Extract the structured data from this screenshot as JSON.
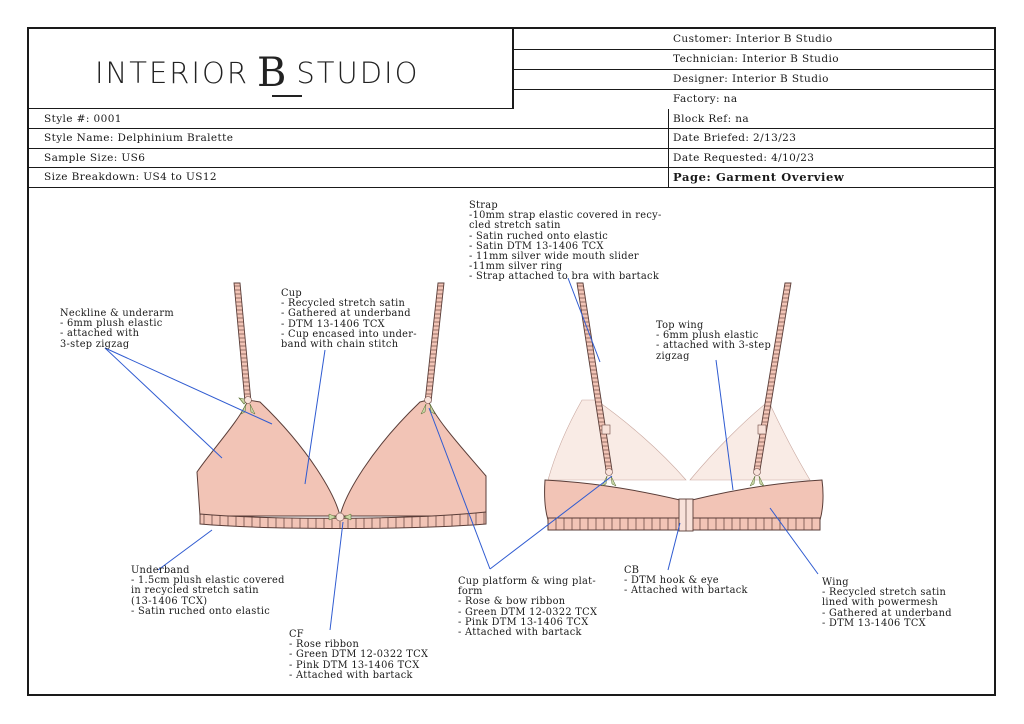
{
  "brand": {
    "left": "INTERIOR",
    "mark": "B",
    "right": "STUDIO"
  },
  "header": {
    "customer": "Customer: Interior B Studio",
    "technician": "Technician: Interior B Studio",
    "designer": "Designer: Interior B Studio",
    "factory": "Factory: na",
    "style_no": "Style #: 0001",
    "block_ref": "Block Ref: na",
    "style_name": "Style Name: Delphinium Bralette",
    "date_briefed": "Date Briefed: 2/13/23",
    "sample_size": "Sample Size: US6",
    "date_requested": "Date Requested: 4/10/23",
    "size_breakdown": "Size Breakdown: US4 to US12",
    "page": "Page: Garment Overview"
  },
  "notes": {
    "neckline": "Neckline & underarm\n- 6mm plush elastic\n- attached with\n3-step zigzag",
    "cup": "Cup\n- Recycled stretch satin\n- Gathered at underband\n- DTM 13-1406 TCX\n- Cup encased into under-\nband with chain stitch",
    "strap": "Strap\n-10mm strap elastic covered in recy-\ncled stretch satin\n- Satin ruched onto elastic\n- Satin DTM 13-1406 TCX\n- 11mm silver wide mouth slider\n-11mm silver ring\n- Strap attached to bra with bartack",
    "top_wing": "Top wing\n- 6mm plush elastic\n- attached with 3-step\nzigzag",
    "underband": "Underband\n- 1.5cm plush elastic covered\nin recycled stretch satin\n(13-1406 TCX)\n- Satin ruched onto elastic",
    "cf": "CF\n- Rose ribbon\n- Green DTM 12-0322 TCX\n- Pink DTM 13-1406 TCX\n- Attached with bartack",
    "cup_platform": "Cup platform & wing plat-\nform\n- Rose & bow ribbon\n- Green DTM 12-0322 TCX\n- Pink DTM 13-1406 TCX\n- Attached with bartack",
    "cb": "CB\n- DTM hook & eye\n- Attached with bartack",
    "wing": "Wing\n- Recycled stretch satin\nlined with powermesh\n- Gathered at underband\n- DTM 13-1406 TCX"
  },
  "colors": {
    "fabric": "#f2c4b6",
    "fabric_light": "#f8e1d9",
    "mesh": "#f9ebe5",
    "leader": "#2f5bd1",
    "bow": "#c9d7a6"
  }
}
